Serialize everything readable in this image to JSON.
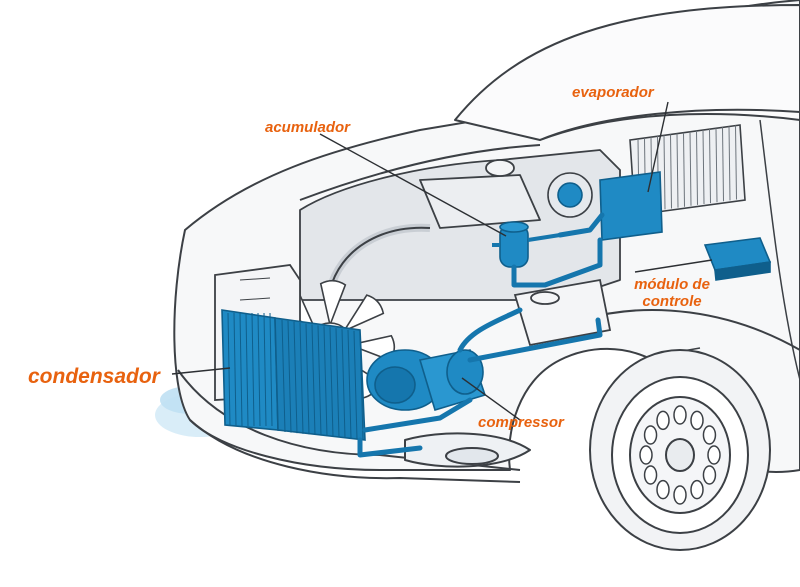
{
  "colors": {
    "label": "#e8620f",
    "outline": "#3c4045",
    "component_fill": "#1f8ac4",
    "component_dark": "#0f5f8c",
    "pipe": "#1576ad",
    "body_fill": "#f7f8f9",
    "engine_fill": "#e3e6ea",
    "glow": "#bfe0f3"
  },
  "labels": {
    "evaporador": "evaporador",
    "acumulador": "acumulador",
    "condensador": "condensador",
    "modulo_line1": "módulo de",
    "modulo_line2": "controle",
    "compressor": "compressor"
  }
}
